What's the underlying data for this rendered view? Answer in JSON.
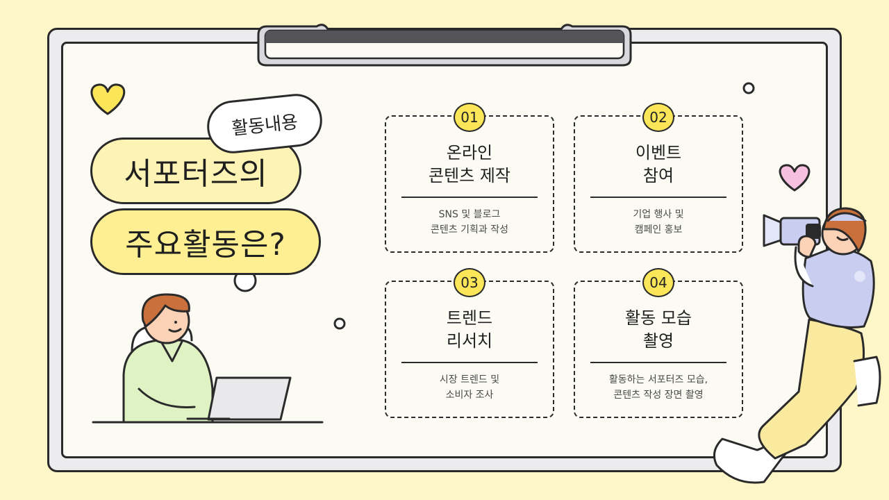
{
  "title": {
    "badge": "활동내용",
    "line1": "서포터즈의",
    "line2": "주요활동은?"
  },
  "activities": [
    {
      "number": "01",
      "title_line1": "온라인",
      "title_line2": "콘텐츠 제작",
      "desc_line1": "SNS 및 블로그",
      "desc_line2": "콘텐츠 기획과 작성"
    },
    {
      "number": "02",
      "title_line1": "이벤트",
      "title_line2": "참여",
      "desc_line1": "기업 행사 및",
      "desc_line2": "캠페인 홍보"
    },
    {
      "number": "03",
      "title_line1": "트렌드",
      "title_line2": "리서치",
      "desc_line1": "시장 트렌드 및",
      "desc_line2": "소비자 조사"
    },
    {
      "number": "04",
      "title_line1": "활동 모습",
      "title_line2": "촬영",
      "desc_line1": "활동하는 서포터즈 모습,",
      "desc_line2": "콘텐츠 작성 장면 촬영"
    }
  ],
  "colors": {
    "background": "#fdf6c8",
    "accent_yellow": "#fbe65a",
    "heart_yellow": "#fbe65a",
    "heart_pink": "#f7bfe0",
    "hoodie_green": "#dff2c4",
    "jacket_lavender": "#c9cdf0"
  },
  "icons": [
    "heart-icon",
    "clipboard-clip",
    "camera-icon"
  ]
}
